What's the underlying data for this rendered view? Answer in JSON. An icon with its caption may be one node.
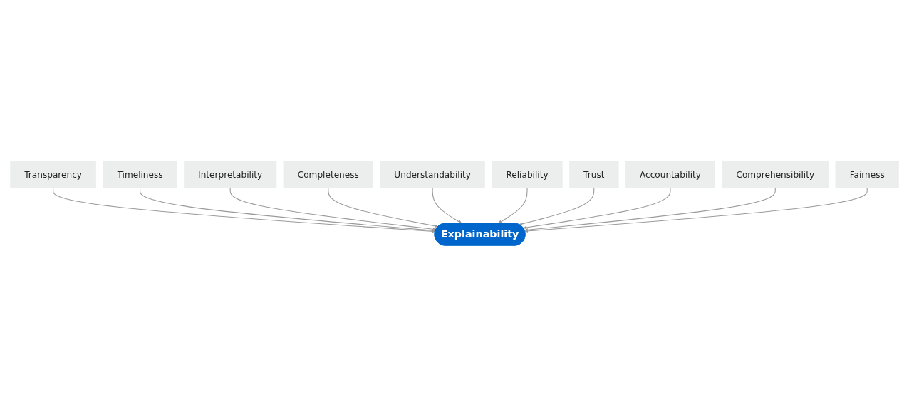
{
  "diagram": {
    "nodes": [
      {
        "text": [
          "Transparency"
        ]
      },
      {
        "text": [
          "Timeliness"
        ]
      },
      {
        "text": [
          "Interpretability"
        ]
      },
      {
        "text": [
          "Completeness"
        ]
      },
      {
        "text": [
          "Understandability"
        ]
      },
      {
        "text": [
          "Explainability"
        ]
      },
      {
        "text": [
          "Reliability"
        ]
      },
      {
        "text": [
          "Trust"
        ]
      },
      {
        "text": [
          "Accountability"
        ]
      },
      {
        "text": [
          "Comprehensibility"
        ]
      },
      {
        "text": [
          "Fairness"
        ]
      }
    ],
    "edges": [
      {
        "from": 0,
        "to": 5,
        "arrow": "to"
      },
      {
        "from": 1,
        "to": 5,
        "arrow": "to"
      },
      {
        "from": 2,
        "to": 5,
        "arrow": "to"
      },
      {
        "from": 3,
        "to": 5,
        "arrow": "to"
      },
      {
        "from": 4,
        "to": 5,
        "arrow": "to"
      },
      {
        "from": 6,
        "to": 5,
        "arrow": "to"
      },
      {
        "from": 7,
        "to": 5,
        "arrow": "to"
      },
      {
        "from": 8,
        "to": 5,
        "arrow": "to"
      },
      {
        "from": 9,
        "to": 5,
        "arrow": "to"
      },
      {
        "from": 10,
        "to": 5,
        "arrow": "to"
      }
    ]
  }
}
